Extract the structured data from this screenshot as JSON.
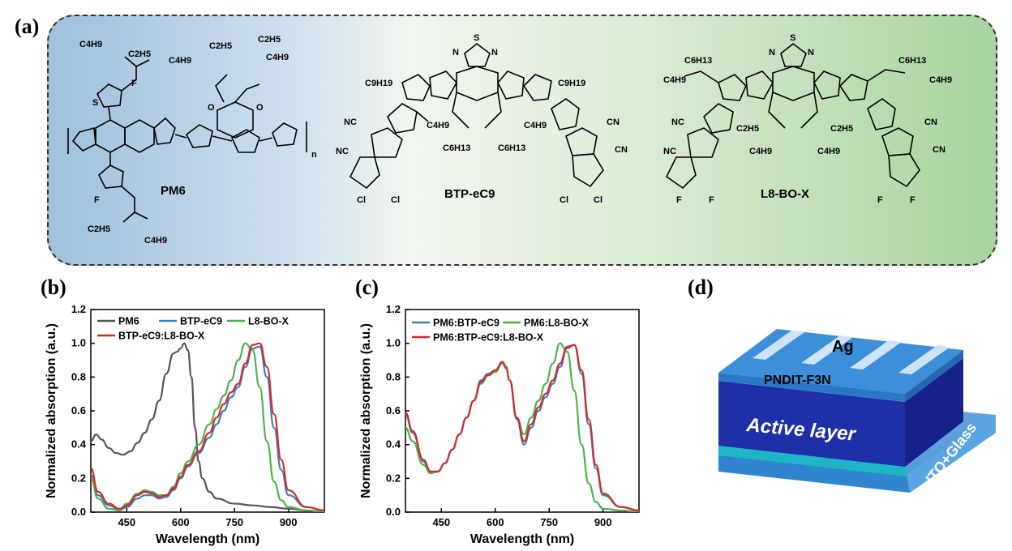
{
  "panels": {
    "a": "(a)",
    "b": "(b)",
    "c": "(c)",
    "d": "(d)"
  },
  "molecules": {
    "pm6": {
      "label": "PM6",
      "groups": [
        "C4H9",
        "C2H5",
        "F",
        "S",
        "C4H9",
        "C2H5",
        "C4H9",
        "C2H5",
        "O",
        "O",
        "n",
        "F",
        "C2H5",
        "C4H9"
      ]
    },
    "btp": {
      "label": "BTP-eC9",
      "groups": [
        "S",
        "N",
        "N",
        "C9H19",
        "C9H19",
        "NC",
        "NC",
        "CN",
        "CN",
        "C4H9",
        "C4H9",
        "C6H13",
        "C6H13",
        "Cl",
        "Cl",
        "Cl",
        "Cl"
      ]
    },
    "l8": {
      "label": "L8-BO-X",
      "groups": [
        "S",
        "N",
        "N",
        "C6H13",
        "C6H13",
        "C4H9",
        "C4H9",
        "NC",
        "NC",
        "CN",
        "CN",
        "C2H5",
        "C2H5",
        "C4H9",
        "C4H9",
        "F",
        "F",
        "F",
        "F"
      ]
    }
  },
  "colors": {
    "pm6": "#555555",
    "btp": "#3d7fc0",
    "l8": "#4fb04f",
    "mix": "#d62a2a"
  },
  "chart_data": [
    {
      "type": "line",
      "xlabel": "Wavelength (nm)",
      "ylabel": "Normalized absorption (a.u.)",
      "xlim": [
        350,
        1000
      ],
      "ylim": [
        0,
        1.2
      ],
      "xticks": [
        "450",
        "600",
        "750",
        "900"
      ],
      "yticks": [
        "0.0",
        "0.2",
        "0.4",
        "0.6",
        "0.8",
        "1.0",
        "1.2"
      ],
      "legend": [
        "PM6",
        "BTP-eC9",
        "L8-BO-X",
        "BTP-eC9:L8-BO-X"
      ],
      "series": [
        {
          "name": "PM6",
          "color": "#555555",
          "x": [
            350,
            365,
            380,
            400,
            420,
            440,
            460,
            480,
            500,
            520,
            540,
            560,
            580,
            590,
            600,
            610,
            620,
            630,
            640,
            650,
            660,
            680,
            700,
            750,
            800,
            850,
            900,
            950,
            1000
          ],
          "y": [
            0.42,
            0.46,
            0.43,
            0.38,
            0.35,
            0.34,
            0.36,
            0.41,
            0.47,
            0.55,
            0.66,
            0.82,
            0.94,
            0.95,
            0.97,
            1.0,
            0.96,
            0.8,
            0.5,
            0.3,
            0.2,
            0.12,
            0.08,
            0.05,
            0.04,
            0.03,
            0.02,
            0.01,
            0.0
          ]
        },
        {
          "name": "BTP-eC9",
          "color": "#3d7fc0",
          "x": [
            350,
            370,
            400,
            430,
            450,
            480,
            500,
            520,
            540,
            560,
            580,
            600,
            620,
            650,
            680,
            700,
            720,
            740,
            760,
            780,
            800,
            820,
            840,
            860,
            880,
            900,
            950,
            1000
          ],
          "y": [
            0.22,
            0.1,
            0.04,
            0.01,
            0.03,
            0.08,
            0.1,
            0.1,
            0.08,
            0.09,
            0.13,
            0.2,
            0.27,
            0.35,
            0.44,
            0.52,
            0.6,
            0.68,
            0.74,
            0.86,
            0.97,
            0.98,
            0.8,
            0.5,
            0.25,
            0.1,
            0.03,
            0.01
          ]
        },
        {
          "name": "L8-BO-X",
          "color": "#4fb04f",
          "x": [
            350,
            370,
            400,
            430,
            450,
            480,
            500,
            520,
            540,
            560,
            580,
            600,
            620,
            650,
            680,
            700,
            720,
            740,
            760,
            780,
            800,
            820,
            840,
            860,
            880,
            900,
            950,
            1000
          ],
          "y": [
            0.2,
            0.08,
            0.02,
            0.01,
            0.05,
            0.11,
            0.13,
            0.12,
            0.1,
            0.1,
            0.15,
            0.23,
            0.3,
            0.4,
            0.52,
            0.61,
            0.69,
            0.78,
            0.9,
            1.0,
            0.96,
            0.74,
            0.42,
            0.18,
            0.07,
            0.03,
            0.01,
            0.0
          ]
        },
        {
          "name": "BTP-eC9:L8-BO-X",
          "color": "#d62a2a",
          "x": [
            350,
            370,
            400,
            430,
            450,
            480,
            500,
            520,
            540,
            560,
            580,
            600,
            620,
            650,
            680,
            700,
            720,
            740,
            760,
            780,
            800,
            820,
            840,
            860,
            880,
            900,
            950,
            1000
          ],
          "y": [
            0.26,
            0.12,
            0.05,
            0.02,
            0.04,
            0.1,
            0.12,
            0.11,
            0.09,
            0.1,
            0.14,
            0.21,
            0.28,
            0.36,
            0.47,
            0.56,
            0.64,
            0.71,
            0.76,
            0.88,
            0.99,
            1.0,
            0.86,
            0.58,
            0.31,
            0.13,
            0.03,
            0.01
          ]
        }
      ]
    },
    {
      "type": "line",
      "xlabel": "Wavelength (nm)",
      "ylabel": "Normalized absorption (a.u.)",
      "xlim": [
        350,
        1000
      ],
      "ylim": [
        0,
        1.2
      ],
      "xticks": [
        "450",
        "600",
        "750",
        "900"
      ],
      "yticks": [
        "0.0",
        "0.2",
        "0.4",
        "0.6",
        "0.8",
        "1.0",
        "1.2"
      ],
      "legend": [
        "PM6:BTP-eC9",
        "PM6:L8-BO-X",
        "PM6:BTP-eC9:L8-BO-X"
      ],
      "series": [
        {
          "name": "PM6:BTP-eC9",
          "color": "#3d7fc0",
          "x": [
            350,
            370,
            400,
            420,
            440,
            460,
            480,
            500,
            520,
            540,
            560,
            580,
            600,
            620,
            630,
            640,
            660,
            680,
            700,
            720,
            740,
            760,
            780,
            800,
            820,
            840,
            860,
            880,
            900,
            950,
            1000
          ],
          "y": [
            0.58,
            0.47,
            0.3,
            0.24,
            0.24,
            0.29,
            0.37,
            0.46,
            0.56,
            0.66,
            0.78,
            0.82,
            0.84,
            0.89,
            0.86,
            0.78,
            0.55,
            0.4,
            0.5,
            0.6,
            0.68,
            0.76,
            0.86,
            0.97,
            0.99,
            0.82,
            0.52,
            0.26,
            0.1,
            0.03,
            0.01
          ]
        },
        {
          "name": "PM6:L8-BO-X",
          "color": "#4fb04f",
          "x": [
            350,
            370,
            400,
            420,
            440,
            460,
            480,
            500,
            520,
            540,
            560,
            580,
            600,
            620,
            630,
            640,
            660,
            680,
            700,
            720,
            740,
            760,
            780,
            800,
            820,
            840,
            860,
            880,
            900,
            950,
            1000
          ],
          "y": [
            0.5,
            0.42,
            0.28,
            0.23,
            0.24,
            0.29,
            0.37,
            0.46,
            0.56,
            0.66,
            0.76,
            0.81,
            0.83,
            0.88,
            0.85,
            0.78,
            0.56,
            0.46,
            0.56,
            0.66,
            0.76,
            0.88,
            1.0,
            0.95,
            0.72,
            0.4,
            0.17,
            0.06,
            0.02,
            0.01,
            0.0
          ]
        },
        {
          "name": "PM6:BTP-eC9:L8-BO-X",
          "color": "#d62a2a",
          "x": [
            350,
            370,
            400,
            420,
            440,
            460,
            480,
            500,
            520,
            540,
            560,
            580,
            600,
            620,
            630,
            640,
            660,
            680,
            700,
            720,
            740,
            760,
            780,
            800,
            820,
            840,
            860,
            880,
            900,
            950,
            1000
          ],
          "y": [
            0.59,
            0.48,
            0.31,
            0.24,
            0.24,
            0.29,
            0.37,
            0.46,
            0.56,
            0.66,
            0.77,
            0.81,
            0.84,
            0.89,
            0.86,
            0.78,
            0.56,
            0.42,
            0.52,
            0.62,
            0.7,
            0.78,
            0.88,
            0.98,
            0.99,
            0.84,
            0.55,
            0.28,
            0.11,
            0.03,
            0.01
          ]
        }
      ]
    }
  ],
  "device": {
    "layers": [
      "Ag",
      "PNDIT-F3N",
      "Active layer",
      "ITO+Glass"
    ]
  }
}
